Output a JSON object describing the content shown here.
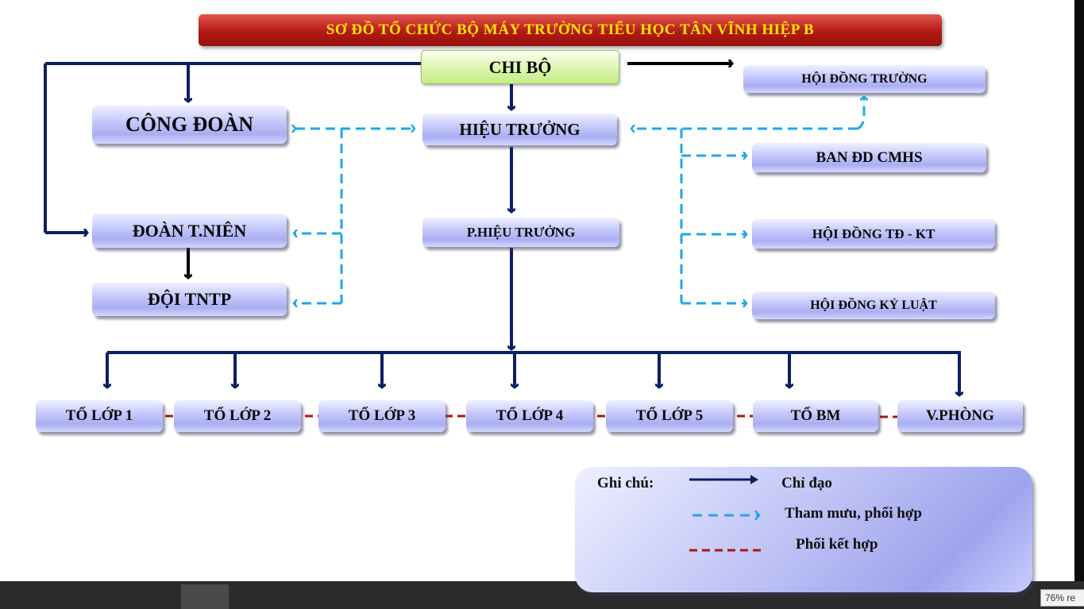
{
  "title": "SƠ  ĐỒ TỔ CHỨC BỘ  MÁY  TRƯỜNG TIỂU HỌC  TÂN VĨNH HIỆP B",
  "nodes": {
    "chi_bo": "CHI BỘ",
    "cong_doan": "CÔNG ĐOÀN",
    "hieu_truong": "HIỆU TRƯỞNG",
    "hoi_dong_truong": "HỘI ĐỒNG TRƯỜNG",
    "ban_dd_cmhs": "BAN ĐD CMHS",
    "doan_thanh_nien": "ĐOÀN T.NIÊN",
    "pho_hieu_truong": "P.HIỆU TRƯỞNG",
    "hoi_dong_td_kt": "HỘI ĐỒNG TĐ - KT",
    "doi_tntp": "ĐỘI TNTP",
    "hoi_dong_ky_luat": "HỘI ĐỒNG KỶ LUẬT",
    "units": [
      "TỔ LỚP 1",
      "TỔ LỚP 2",
      "TỔ LỚP 3",
      "TỔ LỚP 4",
      "TỔ LỚP 5",
      "TỔ BM",
      "V.PHÒNG"
    ]
  },
  "legend": {
    "heading": "Ghi chú:",
    "direct": "Chỉ đạo",
    "advise": "Tham mưu, phối hợp",
    "coordinate": "Phối kết hợp"
  },
  "colors": {
    "direct_line": "#0b1f63",
    "advise_line": "#1ea8e8",
    "coordinate_line": "#b01212",
    "title_text": "#ffe600",
    "title_bg": "#b31a14"
  },
  "status": {
    "zoom": "76% re"
  }
}
